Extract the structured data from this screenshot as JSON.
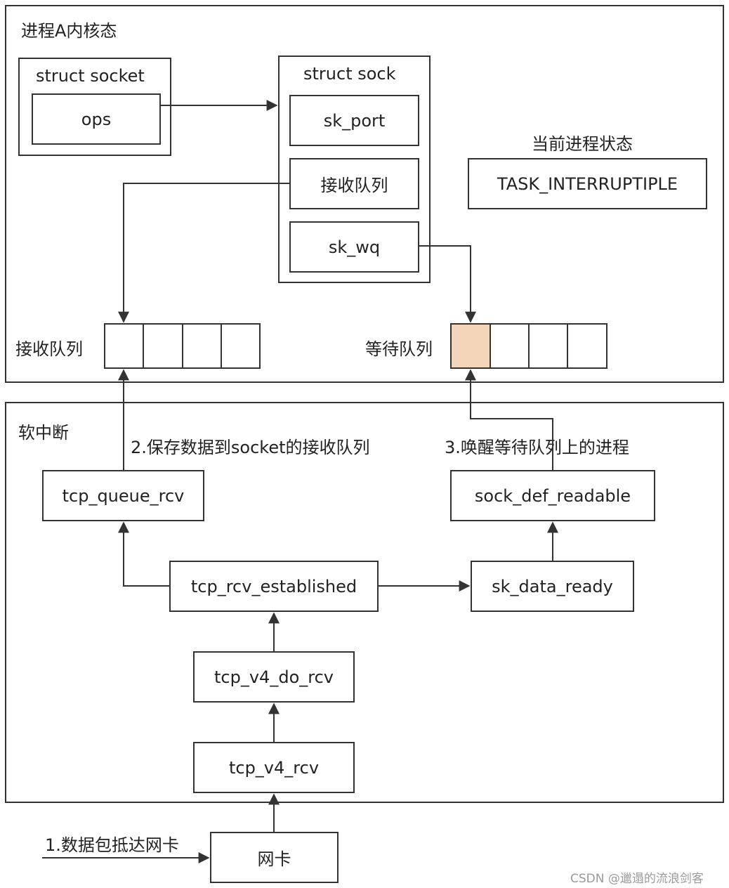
{
  "kernel_region": {
    "title": "进程A内核态"
  },
  "softirq_region": {
    "title": "软中断"
  },
  "struct_socket": {
    "title": "struct socket",
    "field_ops": "ops"
  },
  "struct_sock": {
    "title": "struct sock",
    "field_sk_port": "sk_port",
    "field_recv_queue": "接收队列",
    "field_sk_wq": "sk_wq"
  },
  "process_state": {
    "heading": "当前进程状态",
    "value": "TASK_INTERRUPTIPLE"
  },
  "receive_queue": {
    "label": "接收队列",
    "cells": 4
  },
  "wait_queue": {
    "label": "等待队列",
    "cells": 4,
    "highlight_color": "#f3d6b9"
  },
  "functions": {
    "tcp_queue_rcv": "tcp_queue_rcv",
    "sock_def_readable": "sock_def_readable",
    "tcp_rcv_established": "tcp_rcv_established",
    "sk_data_ready": "sk_data_ready",
    "tcp_v4_do_rcv": "tcp_v4_do_rcv",
    "tcp_v4_rcv": "tcp_v4_rcv",
    "nic": "网卡"
  },
  "steps": {
    "step1": "1.数据包抵达网卡",
    "step2": "2.保存数据到socket的接收队列",
    "step3": "3.唤醒等待队列上的进程"
  },
  "watermark": "CSDN @邋遢的流浪剑客"
}
